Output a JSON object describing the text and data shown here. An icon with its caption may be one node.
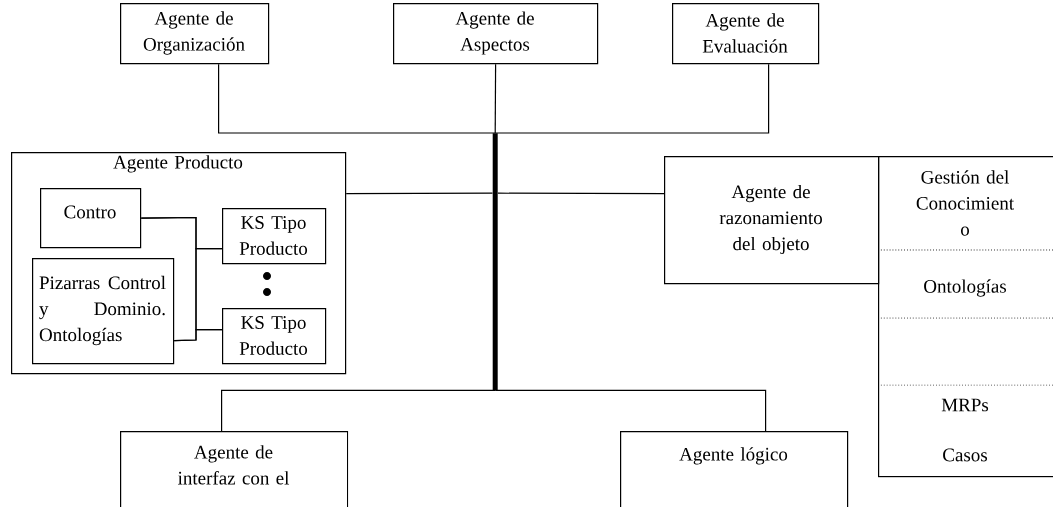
{
  "diagram": {
    "nodes": [
      {
        "text": [
          "Agente de Organización"
        ]
      },
      {
        "text": [
          "Agente de Aspectos"
        ]
      },
      {
        "text": [
          "Agente de Evaluación"
        ]
      },
      {
        "text": [
          "Agente Producto"
        ]
      },
      {
        "text": [
          "Contro"
        ],
        "in": 3
      },
      {
        "text": [
          "KS Tipo Producto"
        ],
        "in": 3
      },
      {
        "text": [
          "Pizarras Control y Dominio. Ontologías"
        ],
        "in": 3
      },
      {
        "text": [
          "KS Tipo Producto"
        ],
        "in": 3
      },
      {
        "text": [],
        "shape": "bar"
      },
      {
        "text": [
          "Agente de razonamiento del objeto"
        ]
      },
      {
        "text": [
          "Gestión del Conocimient o",
          "Ontologías",
          "MRPs",
          "Casos"
        ]
      },
      {
        "text": [
          "Agente de interfaz con el"
        ]
      },
      {
        "text": [
          "Agente lógico"
        ]
      }
    ],
    "edges": [
      {
        "from": 8,
        "to": 0,
        "arrow": "none"
      },
      {
        "from": 8,
        "to": 1,
        "arrow": "none"
      },
      {
        "from": 8,
        "to": 2,
        "arrow": "none"
      },
      {
        "from": 8,
        "to": 3,
        "arrow": "none"
      },
      {
        "from": 8,
        "to": 9,
        "arrow": "none"
      },
      {
        "from": 8,
        "to": 11,
        "arrow": "none"
      },
      {
        "from": 8,
        "to": 12,
        "arrow": "none"
      },
      {
        "from": 4,
        "to": 5,
        "arrow": "none"
      },
      {
        "from": 4,
        "to": 7,
        "arrow": "none"
      },
      {
        "from": 6,
        "to": 5,
        "arrow": "none"
      },
      {
        "from": 6,
        "to": 7,
        "arrow": "none"
      }
    ]
  }
}
